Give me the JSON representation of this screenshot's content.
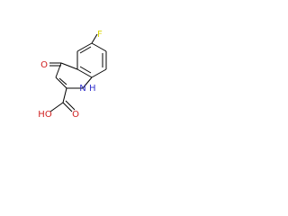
{
  "molecule": {
    "atoms": {
      "fluorine": {
        "label": "F",
        "color": "#d9d400"
      },
      "oxo_oxygen": {
        "label": "O",
        "color": "#d02020"
      },
      "ring_nitrogen": {
        "label": "N",
        "color": "#3333cc"
      },
      "ring_hydrogen": {
        "label": "H",
        "color": "#3333cc"
      },
      "acid_oxygen_double": {
        "label": "O",
        "color": "#d02020"
      },
      "acid_hydroxyl": {
        "label": "HO",
        "color": "#d02020"
      }
    },
    "bond_color": "#000000"
  }
}
